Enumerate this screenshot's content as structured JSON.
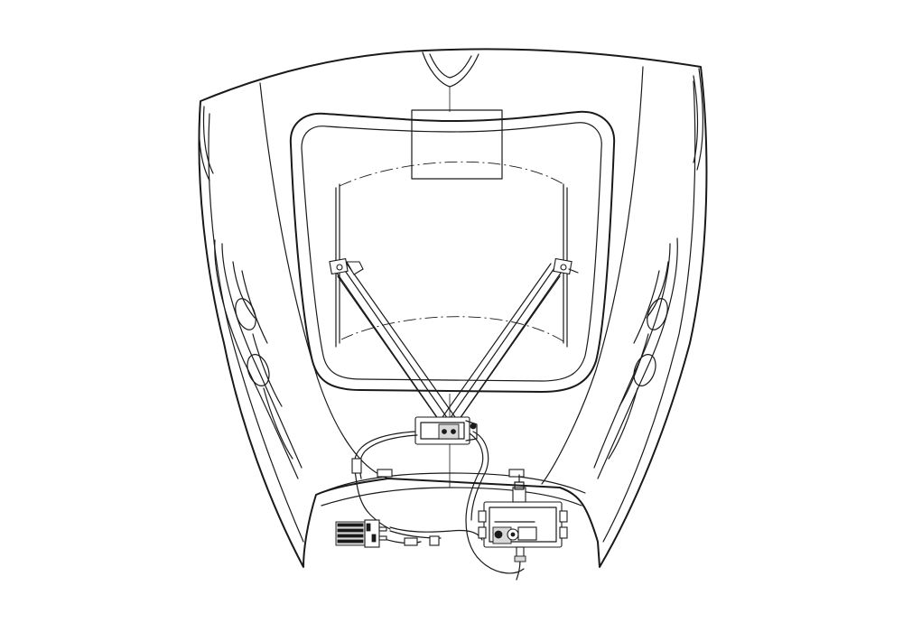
{
  "drawing": {
    "subject": "hood-actuator-assembly",
    "components": [
      "hood-panel",
      "windshield-frame",
      "left-support-arm",
      "right-support-arm",
      "actuator-unit",
      "control-module",
      "pump-assembly",
      "wiring-harness"
    ]
  },
  "colors": {
    "line": "#1a1a1a",
    "background": "#ffffff",
    "fill_dark": "#1a1a1a",
    "fill_mid": "#d9d9d9"
  }
}
